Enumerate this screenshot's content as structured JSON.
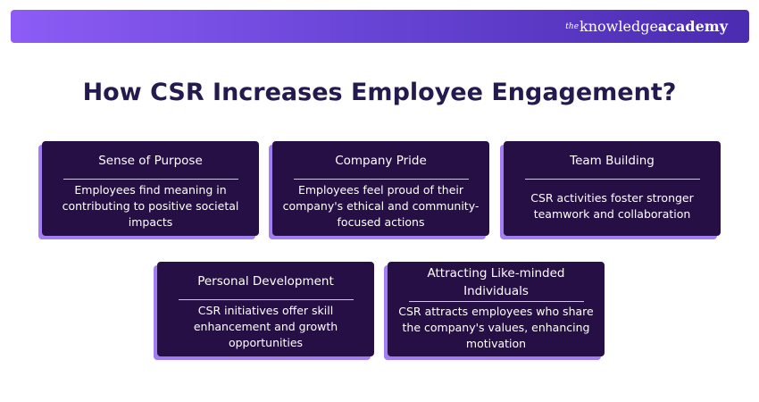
{
  "brand": {
    "prefix": "the",
    "name_regular": "knowledge",
    "name_bold": "academy"
  },
  "title": "How CSR Increases Employee Engagement?",
  "cards": [
    {
      "title": "Sense of Purpose",
      "body": "Employees find meaning in contributing to positive societal impacts"
    },
    {
      "title": "Company Pride",
      "body": "Employees feel proud of their company's ethical and community-focused actions"
    },
    {
      "title": "Team Building",
      "body": "CSR activities foster stronger teamwork and collaboration"
    },
    {
      "title": "Personal Development",
      "body": "CSR initiatives offer skill enhancement and growth opportunities"
    },
    {
      "title": "Attracting Like-minded Individuals",
      "body": "CSR attracts employees who share the company's values, enhancing motivation"
    }
  ],
  "colors": {
    "card_background": "#260f44",
    "card_shadow": "#a17ff2",
    "title_text": "#241a4f",
    "banner_start": "#8d5cf6",
    "banner_end": "#4b2bb0"
  }
}
